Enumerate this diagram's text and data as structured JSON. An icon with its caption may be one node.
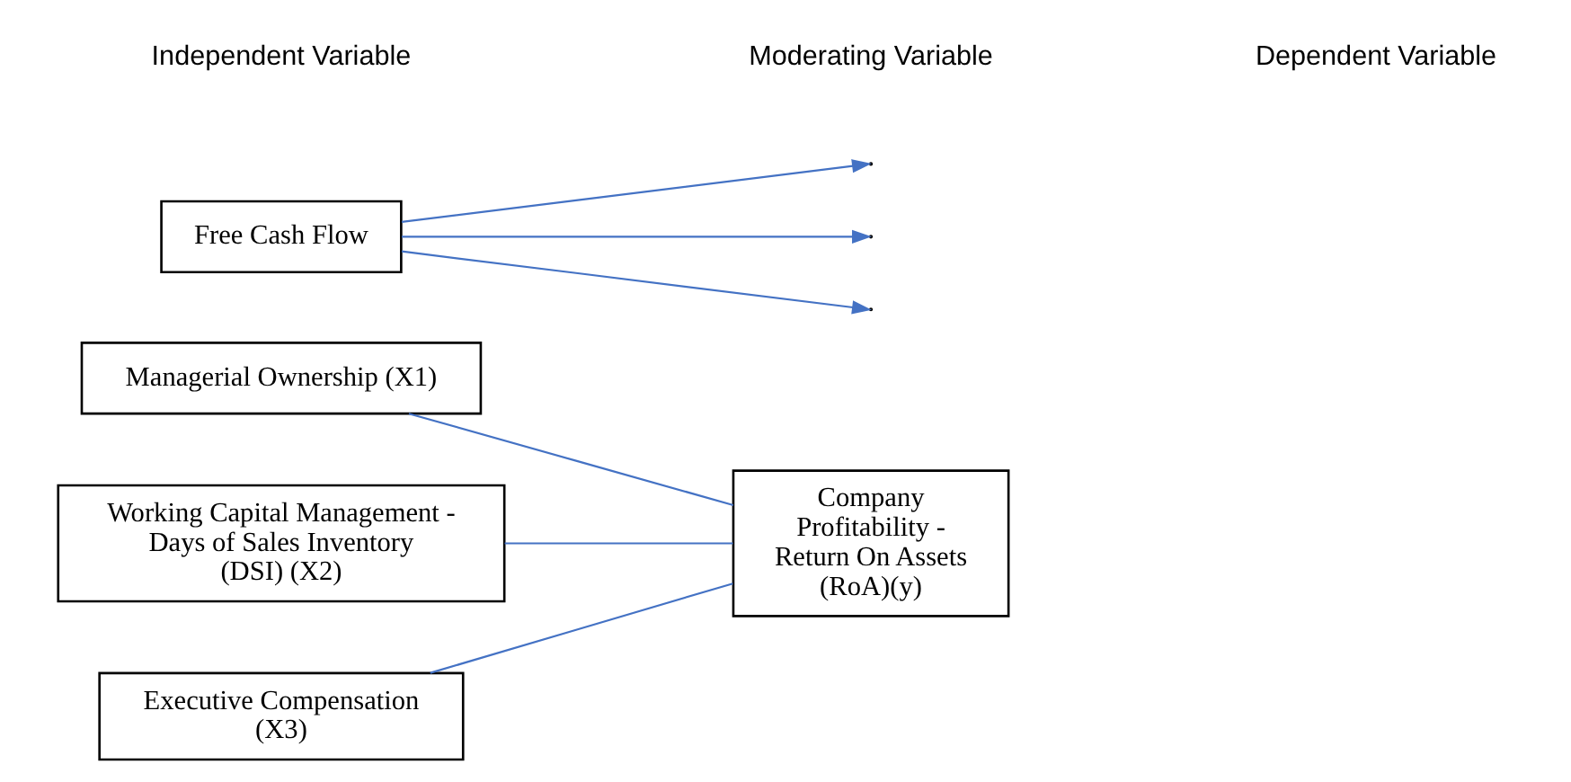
{
  "diagram": {
    "nodes": [
      {
        "text": [
          "Managerial Ownership (X1)"
        ]
      },
      {
        "text": [
          "Working Capital Management - Days of Sales Inventory (DSI) (X2)"
        ]
      },
      {
        "text": [
          "Executive Compensation (X3)"
        ]
      },
      {
        "text": [
          "Company Profitability - Return On Assets (RoA)(y)"
        ]
      },
      {
        "text": [
          "Free Cash Flow"
        ]
      }
    ],
    "edges": [
      {
        "from": 0,
        "to": 3,
        "arrow": "none"
      },
      {
        "from": 1,
        "to": 3,
        "arrow": "none"
      },
      {
        "from": 2,
        "to": 3,
        "arrow": "none"
      },
      {
        "from": 4,
        "to": null,
        "arrow": "to"
      },
      {
        "from": 4,
        "to": null,
        "arrow": "to"
      },
      {
        "from": 4,
        "to": null,
        "arrow": "to"
      }
    ],
    "labels": [
      "Independent Variable",
      "Moderating Variable",
      "Dependent Variable"
    ]
  }
}
